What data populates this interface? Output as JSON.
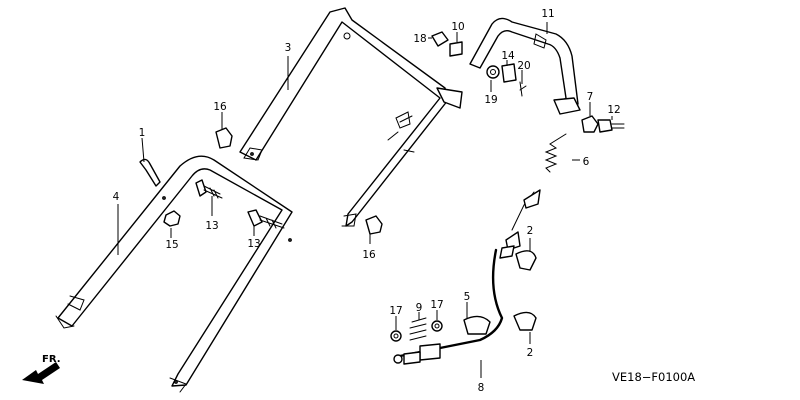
{
  "diagram": {
    "code": "VE18−F0100A",
    "direction_label": "FR.",
    "callouts": [
      {
        "id": "c1",
        "label": "1"
      },
      {
        "id": "c2a",
        "label": "2"
      },
      {
        "id": "c2b",
        "label": "2"
      },
      {
        "id": "c3",
        "label": "3"
      },
      {
        "id": "c4",
        "label": "4"
      },
      {
        "id": "c5",
        "label": "5"
      },
      {
        "id": "c6",
        "label": "6"
      },
      {
        "id": "c7",
        "label": "7"
      },
      {
        "id": "c8",
        "label": "8"
      },
      {
        "id": "c9",
        "label": "9"
      },
      {
        "id": "c10",
        "label": "10"
      },
      {
        "id": "c11",
        "label": "11"
      },
      {
        "id": "c12",
        "label": "12"
      },
      {
        "id": "c13a",
        "label": "13"
      },
      {
        "id": "c13b",
        "label": "13"
      },
      {
        "id": "c14",
        "label": "14"
      },
      {
        "id": "c15",
        "label": "15"
      },
      {
        "id": "c16a",
        "label": "16"
      },
      {
        "id": "c16b",
        "label": "16"
      },
      {
        "id": "c17a",
        "label": "17"
      },
      {
        "id": "c17b",
        "label": "17"
      },
      {
        "id": "c18",
        "label": "18"
      },
      {
        "id": "c19",
        "label": "19"
      },
      {
        "id": "c20",
        "label": "20"
      }
    ]
  }
}
